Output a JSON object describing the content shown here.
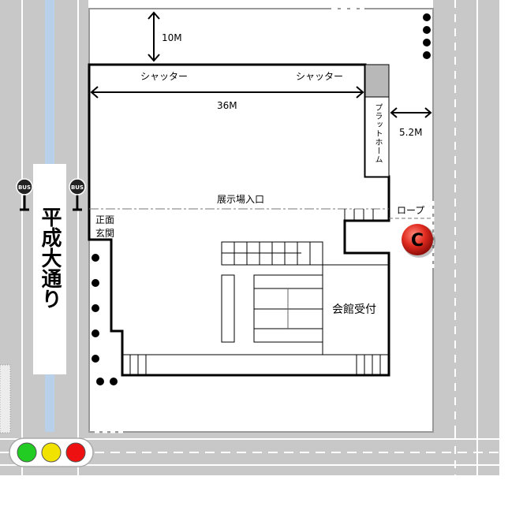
{
  "map": {
    "street_name": "平成大通り",
    "labels": {
      "shutter_left": "シャッター",
      "shutter_right": "シャッター",
      "width_36m": "36M",
      "setback_10m": "10M",
      "side_5_2m": "5.2M",
      "platform": "プラットホーム",
      "exhibit_entrance": "展示場入口",
      "rope": "ロープ",
      "main_entrance_line1": "正面",
      "main_entrance_line2": "玄関",
      "reception": "会館受付",
      "bus_stop_left": "BUS",
      "bus_stop_right": "BUS",
      "marker": "C"
    },
    "traffic_light": [
      "#22cc22",
      "#f2e200",
      "#ee1111"
    ],
    "colors": {
      "road": "#c8c8c8",
      "median": "#b8d0ea",
      "marker": "#d62020"
    }
  }
}
